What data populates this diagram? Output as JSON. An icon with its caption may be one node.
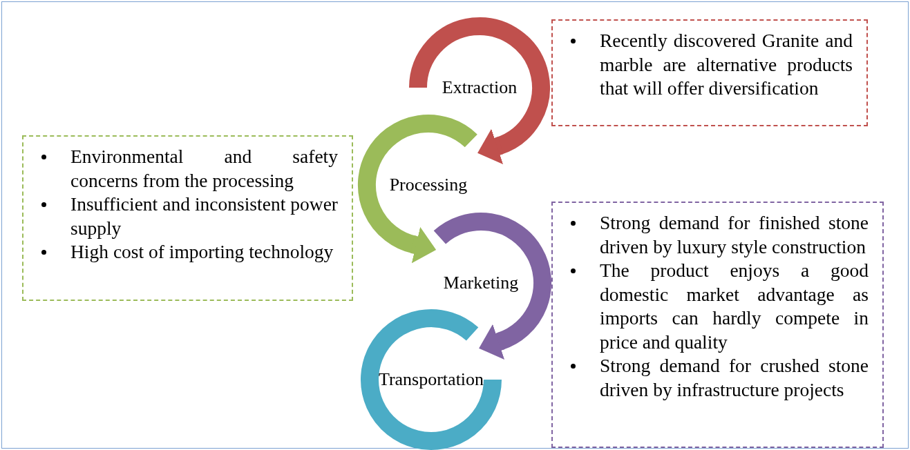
{
  "diagram": {
    "nodes": [
      {
        "text": [
          "Extraction"
        ]
      },
      {
        "text": [
          "Processing"
        ]
      },
      {
        "text": [
          "Marketing"
        ]
      },
      {
        "text": [
          "Transportation"
        ]
      },
      {
        "text": [
          "Recently discovered Granite and marble are alternative products that will offer diversification"
        ]
      },
      {
        "text": [
          "Environmental and safety concerns from the processing",
          "Insufficient and inconsistent power supply",
          "High cost of importing technology"
        ]
      },
      {
        "text": [
          "Strong demand for finished stone driven by luxury style construction",
          "The product enjoys a good domestic market advantage as imports can hardly compete in price and quality",
          "Strong demand for crushed stone driven by infrastructure projects"
        ]
      }
    ],
    "edges": [
      {
        "from": 0,
        "to": 1,
        "arrow": "to",
        "color": "#c0504d"
      },
      {
        "from": 1,
        "to": 2,
        "arrow": "to",
        "color": "#9bbb59"
      },
      {
        "from": 2,
        "to": 3,
        "arrow": "to",
        "color": "#8064a2"
      }
    ]
  }
}
